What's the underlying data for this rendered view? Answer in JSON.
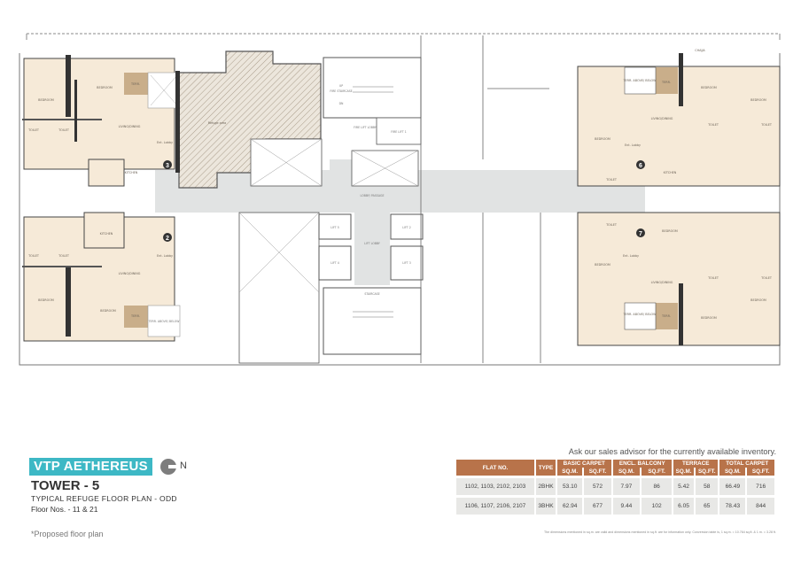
{
  "project": {
    "name": "VTP AETHEREUS",
    "north": "N",
    "tower": "TOWER - 5",
    "plan_title": "TYPICAL REFUGE FLOOR PLAN - ODD",
    "floors": "Floor Nos. - 11 & 21",
    "note": "*Proposed floor plan"
  },
  "colors": {
    "badge": "#3db8c5",
    "table_header": "#b8734a",
    "room_fill": "#f6ead8",
    "terrace_fill": "#c9ae8a",
    "corridor_fill": "#e1e3e3"
  },
  "plan": {
    "unit_numbers": [
      "3",
      "2",
      "6",
      "7"
    ],
    "labels": {
      "bedroom": "BEDROOM",
      "toilet": "TOILET",
      "living": "LIVING/DINING",
      "kitchen": "KITCHEN",
      "terrace": "TERR.",
      "terrace_below": "TERR. ABOVE/ BELOW",
      "ent_lobby": "Ent. Lobby",
      "chajja": "CHAJJA",
      "refuge": "Refuge area",
      "fire_staircase": "FIRE STAIRCASE",
      "fire_lift_lobby": "FIRE LIFT LOBBY",
      "fire_lift": "FIRE LIFT 1",
      "passage": "LOBBY/ PASSAGE",
      "lift_lobby": "LIFT LOBBY",
      "lift2": "LIFT 2",
      "lift3": "LIFT 3",
      "lift4": "LIFT 4",
      "lift5": "LIFT 5",
      "staircase": "STAIRCASE",
      "up": "UP",
      "dn": "DN"
    }
  },
  "inventory_note": "Ask our sales advisor for the currently available inventory.",
  "table": {
    "headers": {
      "flat": "FLAT NO.",
      "type": "TYPE",
      "basic": "BASIC CARPET",
      "balcony": "ENCL. BALCONY",
      "terrace": "TERRACE",
      "total": "TOTAL CARPET",
      "sqm": "SQ.M.",
      "sqft": "SQ.FT."
    },
    "rows": [
      {
        "flat": "1102, 1103, 2102, 2103",
        "type": "2BHK",
        "basic_sqm": "53.10",
        "basic_sqft": "572",
        "bal_sqm": "7.97",
        "bal_sqft": "86",
        "ter_sqm": "5.42",
        "ter_sqft": "58",
        "tot_sqm": "66.49",
        "tot_sqft": "716"
      },
      {
        "flat": "1106, 1107, 2106, 2107",
        "type": "3BHK",
        "basic_sqm": "62.94",
        "basic_sqft": "677",
        "bal_sqm": "9.44",
        "bal_sqft": "102",
        "ter_sqm": "6.05",
        "ter_sqft": "65",
        "tot_sqm": "78.43",
        "tot_sqft": "844"
      }
    ]
  },
  "footnote": "The dimensions mentioned in sq.m. are valid and dimensions mentioned in sq.ft. are for information only. Conversion table is, 1 sq.m. = 10.764 sq.ft. & 1 m. = 3.28 ft."
}
